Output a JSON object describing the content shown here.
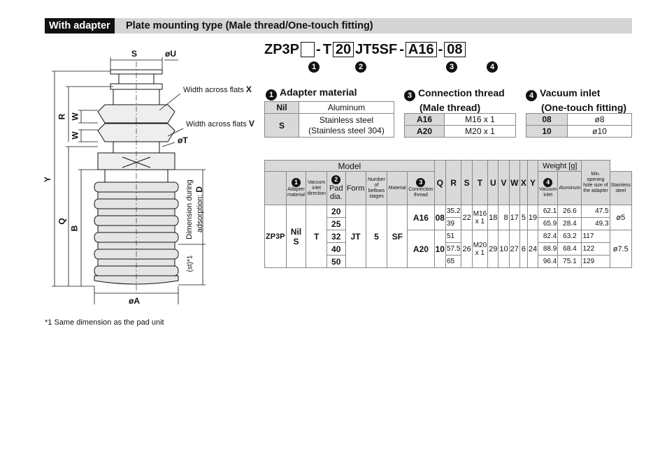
{
  "header": {
    "tag": "With adapter",
    "title": "Plate mounting type (Male thread/One-touch fitting)"
  },
  "model_code": {
    "prefix": "ZP3P",
    "sep1": "-",
    "t": "T",
    "pad": "20",
    "mid": "JT5SF",
    "sep2": "-",
    "thread": "A16",
    "sep3": "-",
    "inlet": "08",
    "markers": [
      "1",
      "2",
      "3",
      "4"
    ]
  },
  "drawing": {
    "labels": {
      "S": "S",
      "U": "øU",
      "X_text": "Width across flats",
      "X": "X",
      "V_text": "Width across flats",
      "V": "V",
      "T": "øT",
      "R": "R",
      "W1": "W",
      "W2": "W",
      "Y": "Y",
      "Q": "Q",
      "B": "B",
      "D_text1": "Dimension during",
      "D_text2": "adsorption:",
      "D": "D",
      "st": "(st)*1",
      "A": "øA"
    }
  },
  "adapter_material": {
    "marker": "1",
    "title": "Adapter material",
    "rows": [
      {
        "code": "Nil",
        "value": "Aluminum"
      },
      {
        "code": "S",
        "value_line1": "Stainless steel",
        "value_line2": "(Stainless steel 304)"
      }
    ]
  },
  "connection_thread": {
    "marker": "3",
    "title_line1": "Connection thread",
    "title_line2": "(Male thread)",
    "rows": [
      {
        "code": "A16",
        "value": "M16 x 1"
      },
      {
        "code": "A20",
        "value": "M20 x 1"
      }
    ]
  },
  "vacuum_inlet": {
    "marker": "4",
    "title_line1": "Vacuum inlet",
    "title_line2": "(One-touch fitting)",
    "rows": [
      {
        "code": "08",
        "value": "ø8"
      },
      {
        "code": "10",
        "value": "ø10"
      }
    ]
  },
  "main_table": {
    "model": "Model",
    "weight": "Weight [g]",
    "min_opening": "Min. opening hole size of the adapter",
    "h_adapter_material": "Adapter material",
    "h_vacuum_inlet_direction": "Vacuum inlet direction",
    "h_pad_dia": "Pad dia.",
    "h_form": "Form",
    "h_bellows": "Number of bellows stages",
    "h_material": "Material",
    "h_connection_thread": "Connection thread",
    "h_vacuum_inlet": "Vacuum inlet",
    "h_dims": [
      "Q",
      "R",
      "S",
      "T",
      "U",
      "V",
      "W",
      "X",
      "Y"
    ],
    "h_aluminum": "Aluminum",
    "h_stainless": "Stainless steel",
    "series": "ZP3P",
    "material_codes": "Nil S",
    "direction": "T",
    "form": "JT",
    "bellows": "5",
    "material": "SF",
    "rows": [
      {
        "pad": "20",
        "Q": "35.2",
        "Y": "62.1",
        "al": "26.6",
        "ss": "47.5"
      },
      {
        "pad": "25",
        "Q": "39",
        "Y": "65.9",
        "al": "28.4",
        "ss": "49.3"
      },
      {
        "pad": "32",
        "Q": "51",
        "Y": "82.4",
        "al": "63.2",
        "ss": "117"
      },
      {
        "pad": "40",
        "Q": "57.5",
        "Y": "88.9",
        "al": "68.4",
        "ss": "122"
      },
      {
        "pad": "50",
        "Q": "65",
        "Y": "96.4",
        "al": "75.1",
        "ss": "129"
      }
    ],
    "group_a16": {
      "thread": "A16",
      "inlet": "08",
      "R": "22",
      "S": "M16 x 1",
      "T": "18",
      "U": "8",
      "V": "17",
      "W": "5",
      "X": "19",
      "min": "ø5"
    },
    "group_a20": {
      "thread": "A20",
      "inlet": "10",
      "R": "26",
      "S": "M20 x 1",
      "T": "29",
      "U": "10",
      "V": "27",
      "W": "6",
      "X": "24",
      "min": "ø7.5"
    }
  },
  "footnote": "*1  Same dimension as the pad unit"
}
